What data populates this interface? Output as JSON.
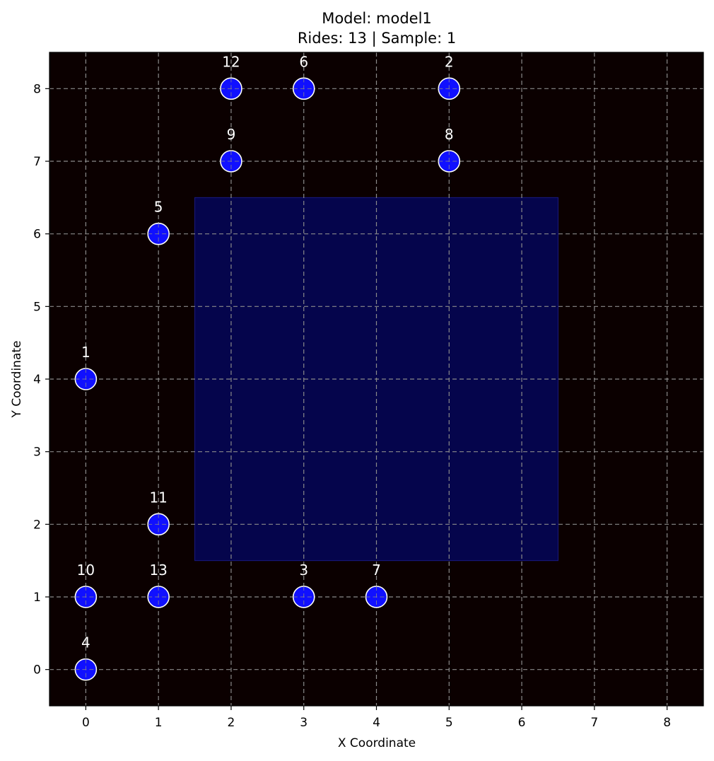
{
  "chart_data": {
    "type": "scatter",
    "title": "Model: model1",
    "subtitle": "Rides: 13 | Sample: 1",
    "xlabel": "X Coordinate",
    "ylabel": "Y Coordinate",
    "xlim": [
      -0.5,
      8.5
    ],
    "ylim": [
      -0.5,
      8.5
    ],
    "xticks": [
      0,
      1,
      2,
      3,
      4,
      5,
      6,
      7,
      8
    ],
    "yticks": [
      0,
      1,
      2,
      3,
      4,
      5,
      6,
      7,
      8
    ],
    "grid": true,
    "colors": {
      "background": "#0b0000",
      "point_fill": "#1010ff",
      "point_edge": "#ffffff",
      "region_fill": "#050550",
      "grid": "#8a8a8a",
      "label": "#ffffff"
    },
    "region": {
      "x_range": [
        1.5,
        6.5
      ],
      "y_range": [
        1.5,
        6.5
      ]
    },
    "points": [
      {
        "label": "1",
        "x": 0,
        "y": 4
      },
      {
        "label": "2",
        "x": 5,
        "y": 8
      },
      {
        "label": "3",
        "x": 3,
        "y": 1
      },
      {
        "label": "4",
        "x": 0,
        "y": 0
      },
      {
        "label": "5",
        "x": 1,
        "y": 6
      },
      {
        "label": "6",
        "x": 3,
        "y": 8
      },
      {
        "label": "7",
        "x": 4,
        "y": 1
      },
      {
        "label": "8",
        "x": 5,
        "y": 7
      },
      {
        "label": "9",
        "x": 2,
        "y": 7
      },
      {
        "label": "10",
        "x": 0,
        "y": 1
      },
      {
        "label": "11",
        "x": 1,
        "y": 2
      },
      {
        "label": "12",
        "x": 2,
        "y": 8
      },
      {
        "label": "13",
        "x": 1,
        "y": 1
      }
    ]
  }
}
